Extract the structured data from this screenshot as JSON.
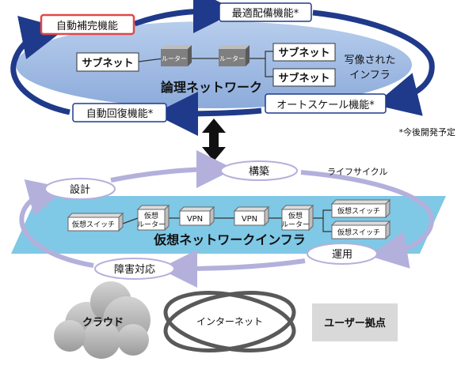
{
  "upper": {
    "network_title": "論理ネットワーク",
    "subnet_left": "サブネット",
    "subnet_right_1": "サブネット",
    "subnet_right_2": "サブネット",
    "router_1": "ルーター",
    "router_2": "ルーター",
    "infra_line1": "写像された",
    "infra_line2": "インフラ",
    "feature_auto_complement": "自動補完機能",
    "feature_optimal_deploy": "最適配備機能*",
    "feature_auto_recovery": "自動回復機能*",
    "feature_auto_scale": "オートスケール機能*",
    "note": "*今後開発予定"
  },
  "lower": {
    "title": "仮想ネットワークインフラ",
    "lifecycle_label": "ライフサイクル",
    "stage_build": "構築",
    "stage_design": "設計",
    "stage_operate": "運用",
    "stage_incident": "障害対応",
    "switch_left": "仮想スイッチ",
    "router_left_1": "仮想",
    "router_left_2": "ルーター",
    "vpn_1": "VPN",
    "vpn_2": "VPN",
    "router_right_1": "仮想",
    "router_right_2": "ルーター",
    "switch_right_1": "仮想スイッチ",
    "switch_right_2": "仮想スイッチ"
  },
  "bottom": {
    "cloud": "クラウド",
    "internet": "インターネット",
    "user_site": "ユーザー拠点"
  }
}
